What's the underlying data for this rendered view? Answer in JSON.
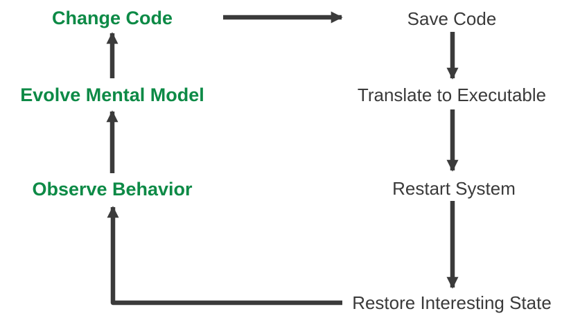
{
  "diagram": {
    "title": "",
    "type": "flow-cycle",
    "nodes": {
      "change_code": {
        "label": "Change Code",
        "column": "left",
        "emphasis": "green-bold"
      },
      "evolve_mental_model": {
        "label": "Evolve Mental Model",
        "column": "left",
        "emphasis": "green-bold"
      },
      "observe_behavior": {
        "label": "Observe Behavior",
        "column": "left",
        "emphasis": "green-bold"
      },
      "save_code": {
        "label": "Save Code",
        "column": "right",
        "emphasis": "plain"
      },
      "translate_to_executable": {
        "label": "Translate to Executable",
        "column": "right",
        "emphasis": "plain"
      },
      "restart_system": {
        "label": "Restart System",
        "column": "right",
        "emphasis": "plain"
      },
      "restore_interesting_state": {
        "label": "Restore Interesting State",
        "column": "right",
        "emphasis": "plain"
      }
    },
    "edges": [
      {
        "from": "Change Code",
        "to": "Save Code",
        "shape": "horizontal-right"
      },
      {
        "from": "Save Code",
        "to": "Translate to Executable",
        "shape": "vertical-down"
      },
      {
        "from": "Translate to Executable",
        "to": "Restart System",
        "shape": "vertical-down"
      },
      {
        "from": "Restart System",
        "to": "Restore Interesting State",
        "shape": "vertical-down"
      },
      {
        "from": "Restore Interesting State",
        "to": "Observe Behavior",
        "shape": "elbow-left-then-up"
      },
      {
        "from": "Observe Behavior",
        "to": "Evolve Mental Model",
        "shape": "vertical-up"
      },
      {
        "from": "Evolve Mental Model",
        "to": "Change Code",
        "shape": "vertical-up"
      }
    ],
    "colors": {
      "left_text": "#0d8a46",
      "right_text": "#3a3a3a",
      "arrow": "#3b3b3b",
      "background": "#ffffff"
    }
  }
}
